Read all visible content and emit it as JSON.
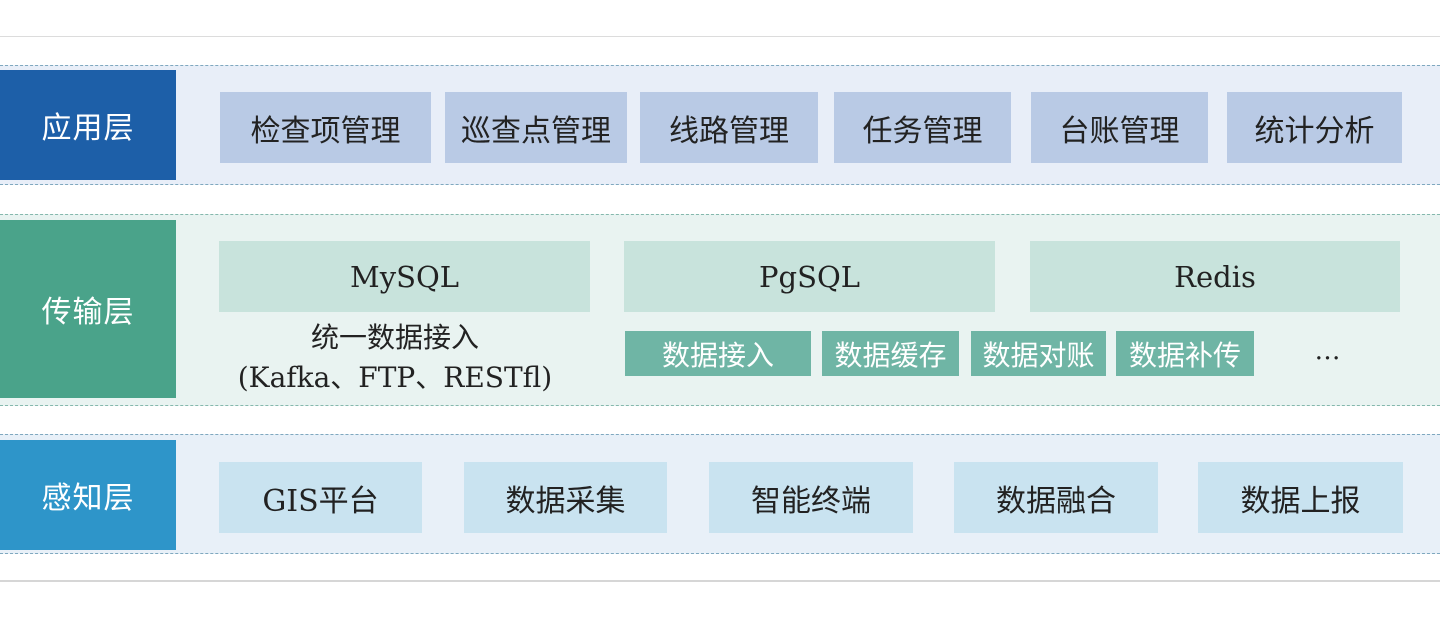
{
  "layers": {
    "application": {
      "label": "应用层",
      "items": [
        "检查项管理",
        "巡查点管理",
        "线路管理",
        "任务管理",
        "台账管理",
        "统计分析"
      ]
    },
    "transport": {
      "label": "传输层",
      "databases": [
        "MySQL",
        "PgSQL",
        "Redis"
      ],
      "unified_access": {
        "line1": "统一数据接入",
        "line2": "(Kafka、FTP、RESTfl)"
      },
      "functions": [
        "数据接入",
        "数据缓存",
        "数据对账",
        "数据补传"
      ],
      "more": "…"
    },
    "perception": {
      "label": "感知层",
      "items": [
        "GIS平台",
        "数据采集",
        "智能终端",
        "数据融合",
        "数据上报"
      ]
    }
  },
  "colors": {
    "application_label": "#1d5fa8",
    "transport_label": "#4aa38a",
    "perception_label": "#2e95c9",
    "application_box": "#b9cae5",
    "database_box": "#c8e3dc",
    "function_box": "#6fb5a5",
    "perception_box": "#c9e3f0"
  }
}
